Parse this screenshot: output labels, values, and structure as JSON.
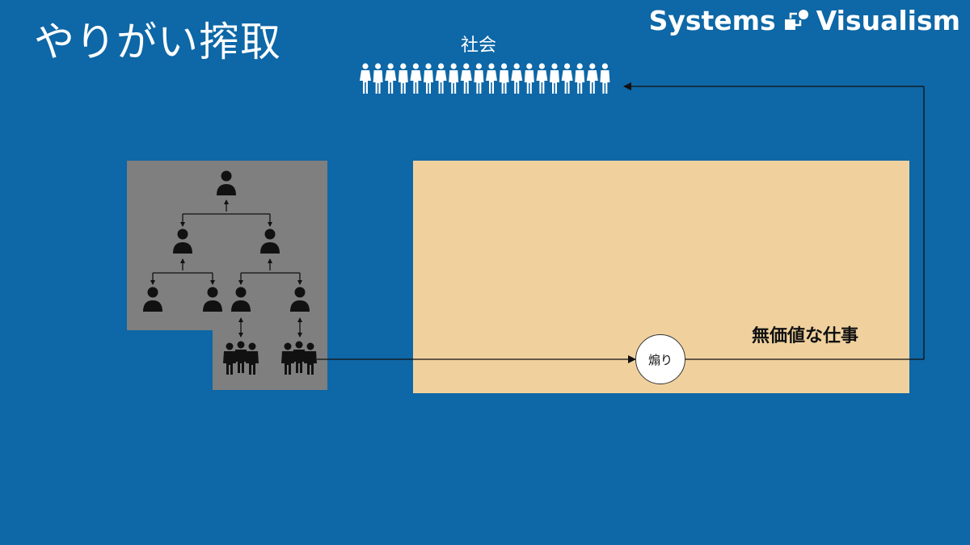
{
  "slide": {
    "title": "やりがい搾取",
    "brand": {
      "name": "Systems Visualism",
      "icon": "systems-loop-icon"
    },
    "society_label": "社会",
    "work_label": "無価値な仕事",
    "hype_node_label": "煽り",
    "colors": {
      "background": "#0e67a6",
      "organization_box": "#7f7f7f",
      "work_box": "#f0d19e",
      "text_light": "#ffffff",
      "text_dark": "#111111"
    },
    "icons": {
      "crowd": "crowd-of-people-icon",
      "manager": "person-icon",
      "workers": "group-of-workers-icon"
    }
  }
}
